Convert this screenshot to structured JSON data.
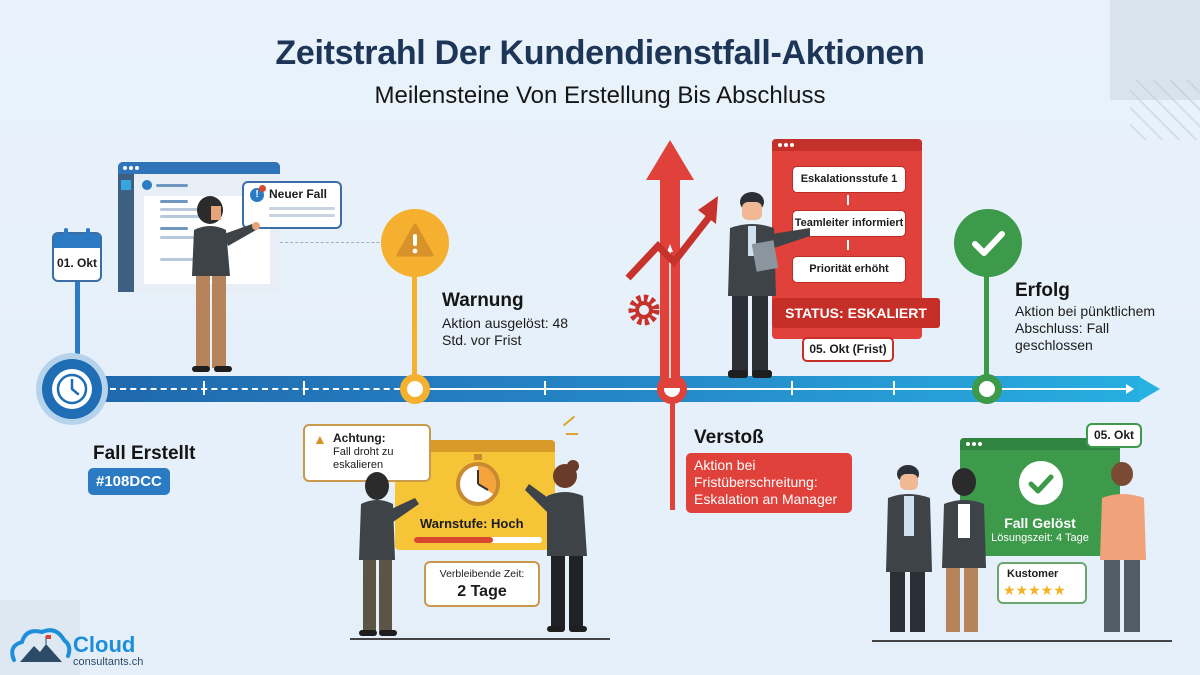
{
  "header": {
    "title": "Zeitstrahl Der Kundendienstfall-Aktionen",
    "subtitle": "Meilensteine Von Erstellung Bis Abschluss"
  },
  "colors": {
    "title": "#1d3557",
    "timeline_start": "#1f67ad",
    "timeline_end": "#27aee0",
    "warning": "#f4b02e",
    "breach": "#e0413a",
    "success": "#3c9a4a"
  },
  "milestones": [
    {
      "id": "created",
      "heading": "Fall Erstellt",
      "badge": "#108DCC",
      "date": "01. Okt",
      "icon": "clock-icon",
      "illustration": {
        "bubble_label": "Neuer Fall"
      }
    },
    {
      "id": "warning",
      "heading": "Warnung",
      "description": "Aktion ausgelöst: 48 Std. vor Frist",
      "icon": "warning-triangle-icon",
      "illustration": {
        "callout_title": "Achtung:",
        "callout_text": "Fall droht zu eskalieren",
        "panel_label": "Warnstufe: Hoch",
        "progress_percent": 62,
        "remaining_label": "Verbleibende Zeit:",
        "remaining_value": "2 Tage"
      }
    },
    {
      "id": "breach",
      "heading": "Verstoß",
      "description": "Aktion bei Fristüberschreitung: Eskalation an Manager",
      "icon": "arrow-up-icon",
      "illustration": {
        "steps": [
          "Eskalationsstufe 1",
          "Teamleiter informiert",
          "Priorität erhöht"
        ],
        "status": "STATUS: ESKALIERT",
        "deadline": "05. Okt (Frist)"
      }
    },
    {
      "id": "success",
      "heading": "Erfolg",
      "description": "Aktion bei pünktlichem Abschluss: Fall geschlossen",
      "icon": "checkmark-icon",
      "illustration": {
        "date": "05. Okt",
        "panel_title": "Fall Gelöst",
        "panel_sub": "Lösungszeit: 4 Tage",
        "rating_label": "Kustomer",
        "stars": "★★★★★",
        "star_count": 5
      }
    }
  ],
  "logo": {
    "name": "Cloud",
    "domain": "consultants.ch"
  }
}
